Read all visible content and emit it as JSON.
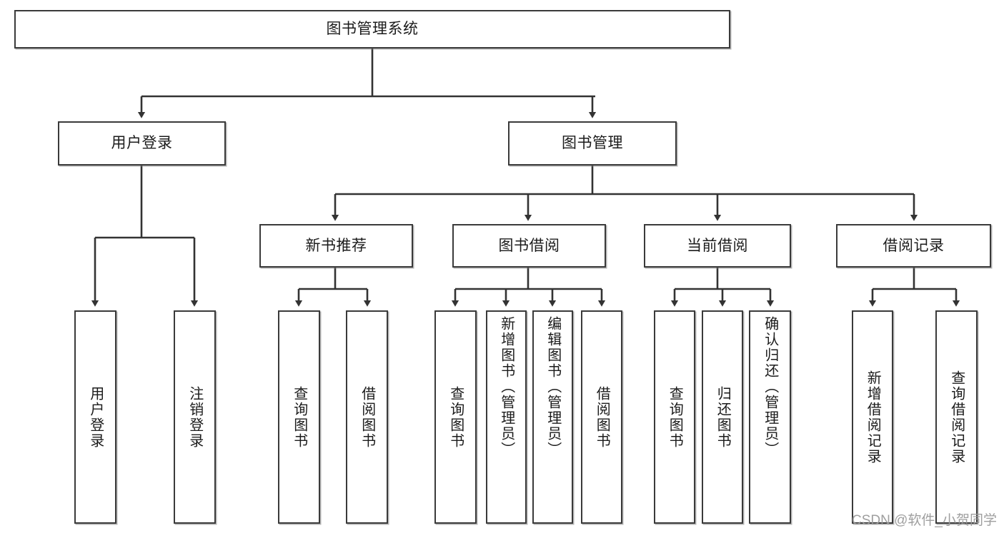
{
  "diagram": {
    "type": "hierarchy-tree",
    "title_node": {
      "label": "图书管理系统"
    },
    "level2": [
      {
        "label": "用户登录"
      },
      {
        "label": "图书管理"
      }
    ],
    "level3": [
      {
        "label": "新书推荐"
      },
      {
        "label": "图书借阅"
      },
      {
        "label": "当前借阅"
      },
      {
        "label": "借阅记录"
      }
    ],
    "leaves": {
      "user_login": [
        {
          "label": "用户登录"
        },
        {
          "label": "注销登录"
        }
      ],
      "new_book_recommend": [
        {
          "label": "查询图书"
        },
        {
          "label": "借阅图书"
        }
      ],
      "book_borrow": [
        {
          "label": "查询图书"
        },
        {
          "label": "新增图书（管理员）"
        },
        {
          "label": "编辑图书（管理员）"
        },
        {
          "label": "借阅图书"
        }
      ],
      "current_borrow": [
        {
          "label": "查询图书"
        },
        {
          "label": "归还图书"
        },
        {
          "label": "确认归还（管理员）"
        }
      ],
      "borrow_record": [
        {
          "label": "新增借阅记录"
        },
        {
          "label": "查询借阅记录"
        }
      ]
    }
  },
  "watermark": {
    "text": "CSDN @软件_小贺同学"
  },
  "colors": {
    "box_border": "#3a3a3a",
    "box_fill": "#ffffff",
    "line": "#333333",
    "text": "#1b1b1b",
    "watermark": "#9a9a9a"
  }
}
